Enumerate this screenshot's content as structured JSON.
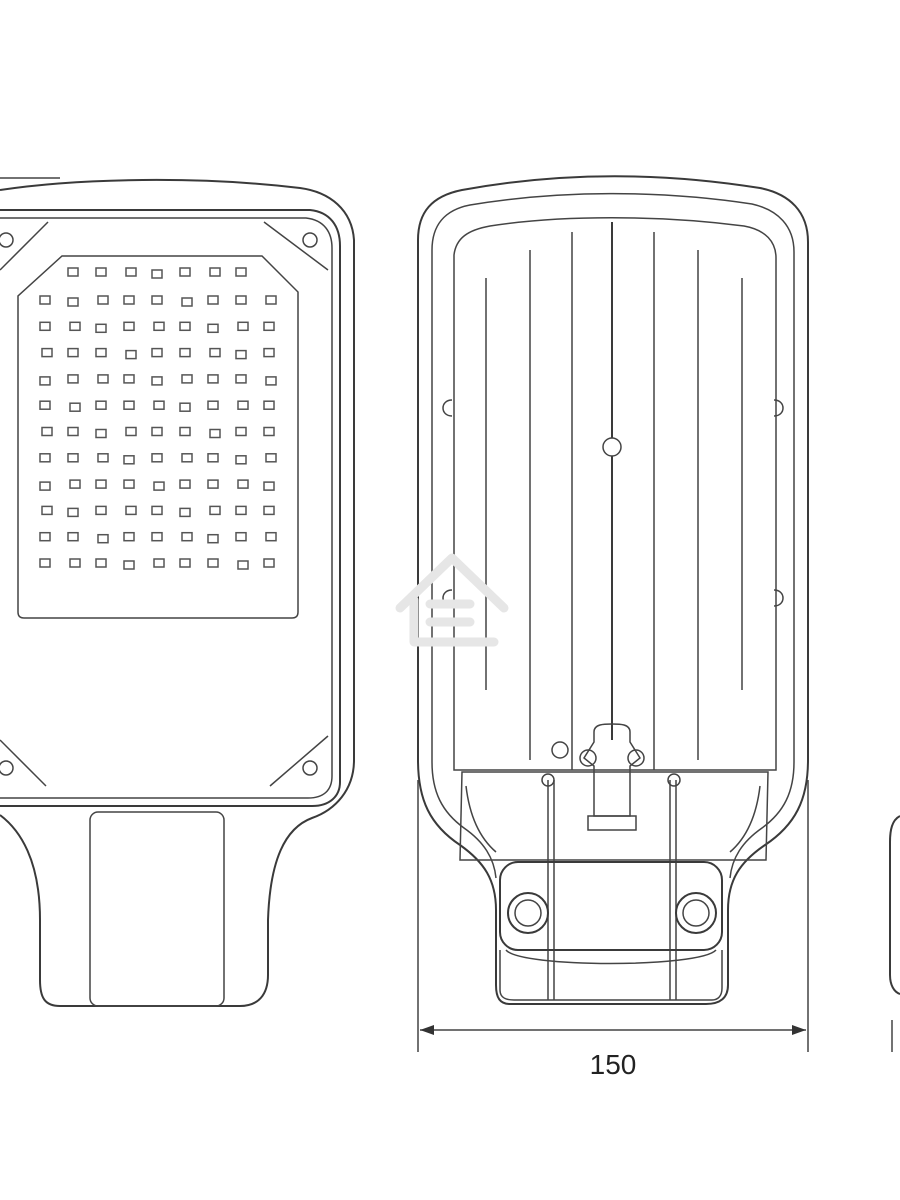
{
  "drawing": {
    "dimension_label": "150",
    "led_grid": {
      "rows": 12,
      "cols": 9
    },
    "views": [
      "front-led-view",
      "rear-housing-view"
    ]
  }
}
